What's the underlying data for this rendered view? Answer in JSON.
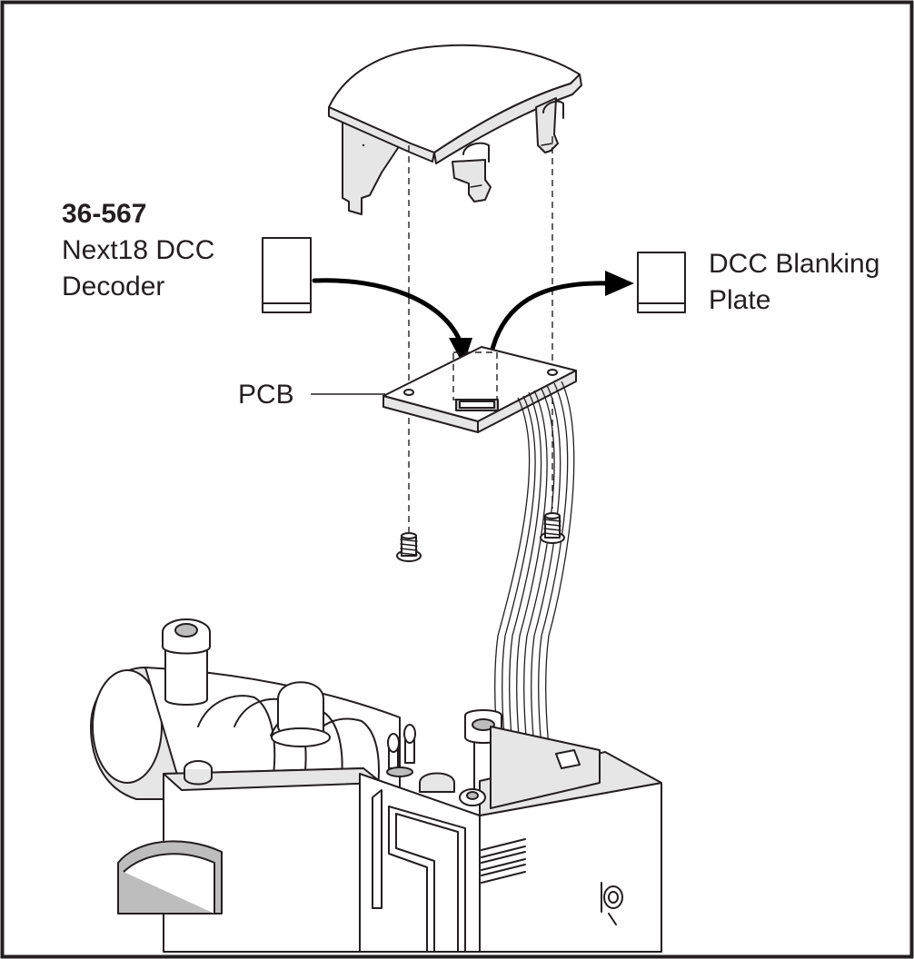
{
  "labels": {
    "decoder_code": "36-567",
    "decoder_name_line1": "Next18 DCC",
    "decoder_name_line2": "Decoder",
    "blanking_line1": "DCC Blanking",
    "blanking_line2": "Plate",
    "pcb": "PCB"
  },
  "colors": {
    "line": "#231f20",
    "fill_light": "#e6e6e6",
    "fill_dark": "#bdbdbd",
    "background": "#ffffff"
  }
}
